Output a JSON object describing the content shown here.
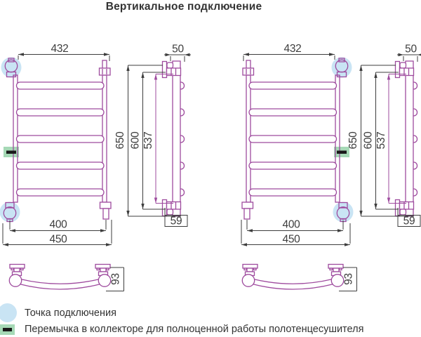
{
  "title": "Вертикальное подключение",
  "drawing": {
    "dimensions_mm": {
      "top_width": "432",
      "side_top_offset": "50",
      "overall_height": "650",
      "mounting_height": "600",
      "connection_spacing": "537",
      "bottom_width_inner": "400",
      "bottom_width_outer": "450",
      "side_bottom_offset": "59",
      "arc_depth": "93"
    }
  },
  "legend": {
    "items": [
      {
        "icon": "connection-point-circle",
        "color": "#c9e4f4",
        "label": "Точка подключения"
      },
      {
        "icon": "collector-jumper-swatch",
        "color": "#a6d9b6",
        "label": "Перемычка в коллекторе для полноценной работы полотенцесушителя"
      }
    ]
  },
  "colors": {
    "outline": "#9e4b9e",
    "dimension": "#3d3d3d",
    "connection_highlight": "#c9e4f4",
    "jumper_fill": "#a6d9b6",
    "jumper_bar": "#1a1a1a",
    "text": "#333333"
  }
}
